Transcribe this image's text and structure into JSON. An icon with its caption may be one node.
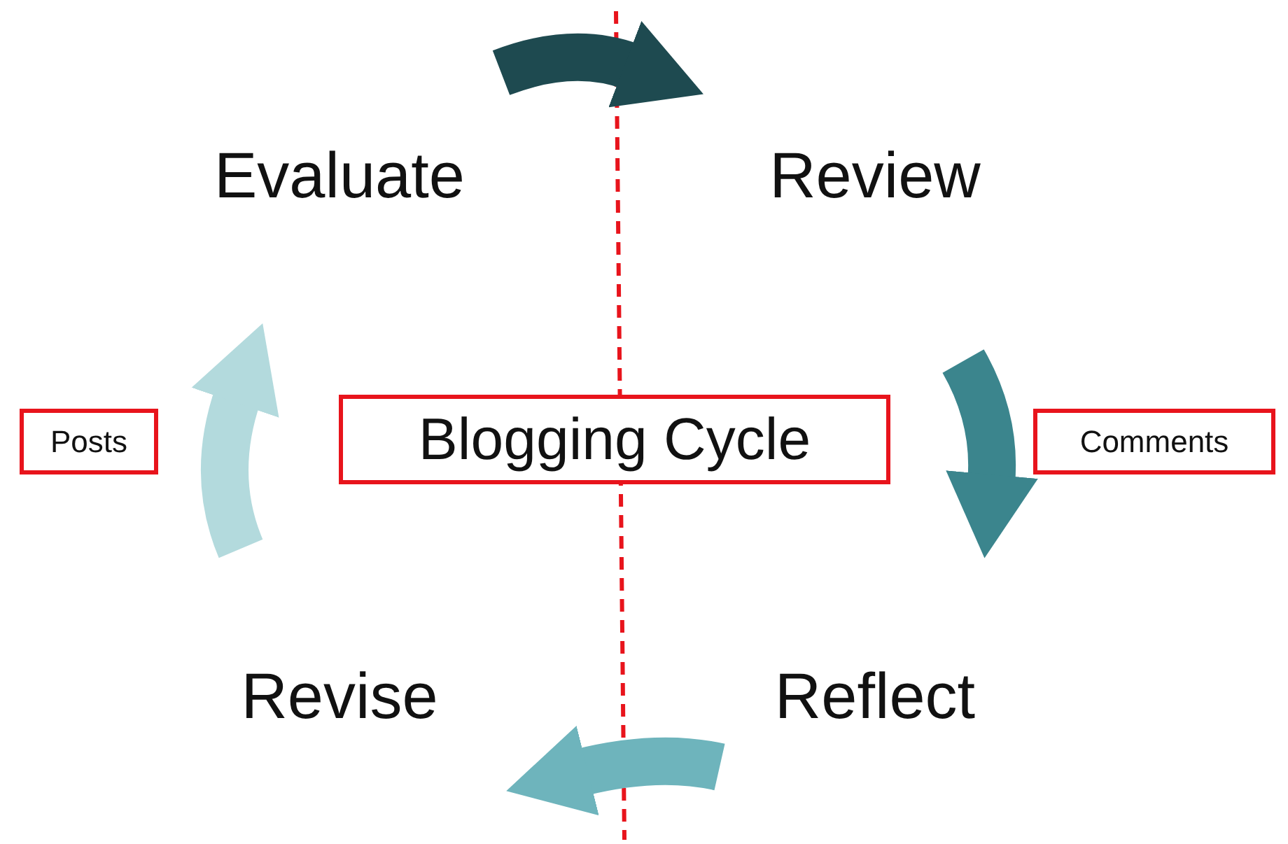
{
  "diagram": {
    "nodes": [
      {
        "text": [
          "Evaluate"
        ]
      },
      {
        "text": [
          "Review"
        ]
      },
      {
        "text": [
          "Posts"
        ]
      },
      {
        "text": [
          "Blogging Cycle"
        ]
      },
      {
        "text": [
          "Comments"
        ]
      },
      {
        "text": [
          "Revise"
        ]
      },
      {
        "text": [
          "Reflect"
        ]
      }
    ]
  }
}
